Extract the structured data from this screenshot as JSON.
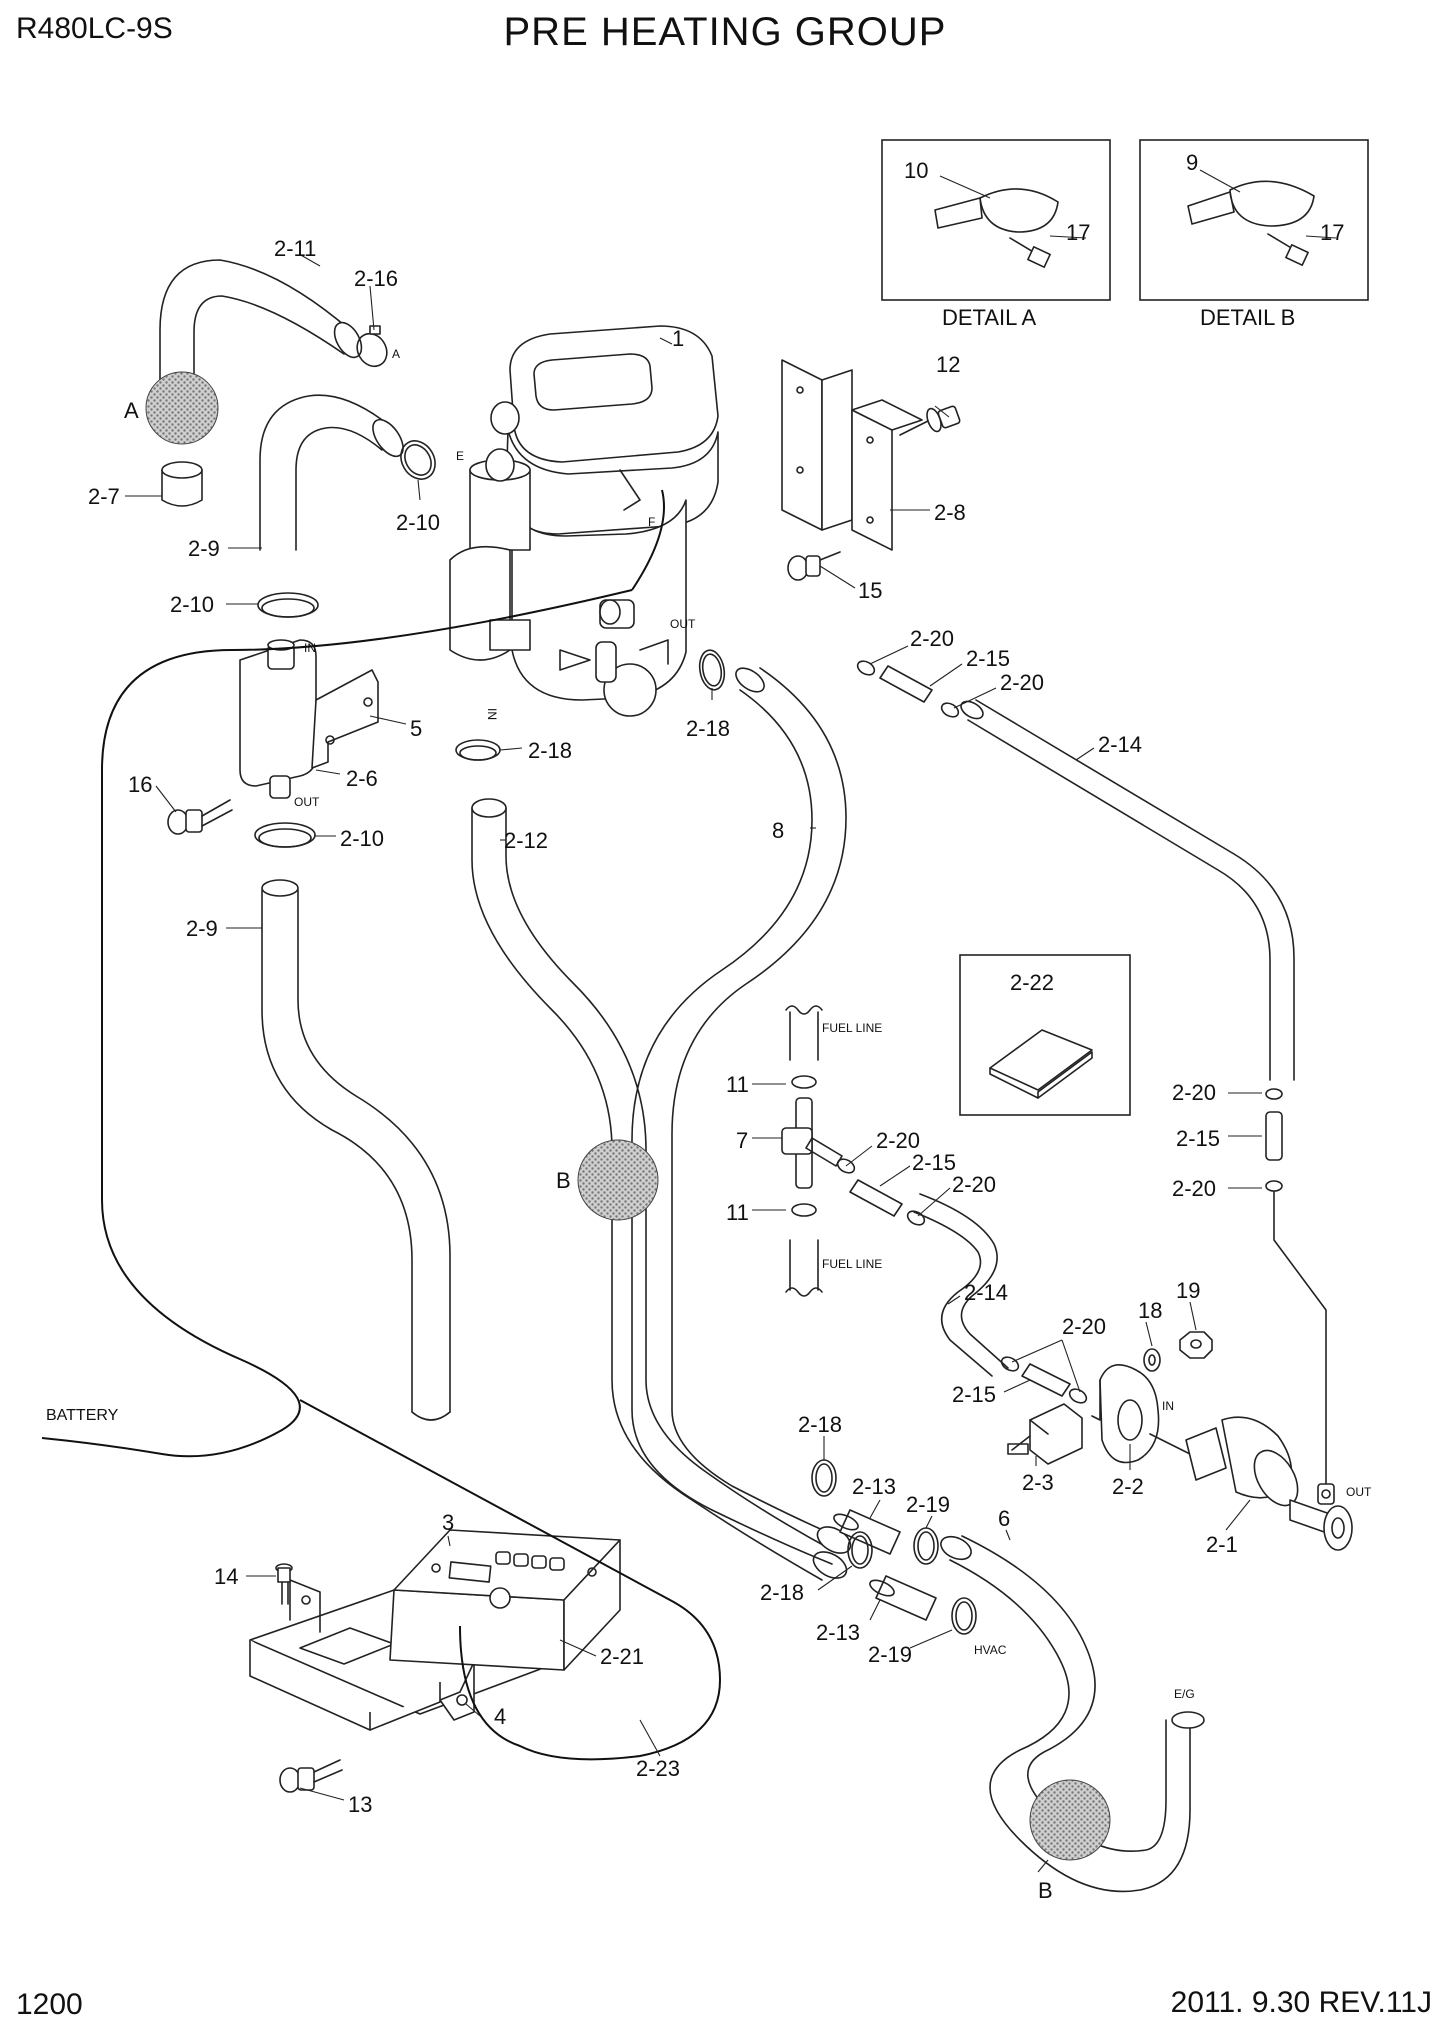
{
  "header": {
    "model": "R480LC-9S",
    "title": "PRE HEATING GROUP"
  },
  "footer": {
    "page_number": "1200",
    "revision": "2011. 9.30  REV.11J"
  },
  "details": [
    {
      "caption": "DETAIL A",
      "labels": [
        "10",
        "17"
      ]
    },
    {
      "caption": "DETAIL B",
      "labels": [
        "9",
        "17"
      ]
    }
  ],
  "callouts": {
    "c_2_11": "2-11",
    "c_2_16": "2-16",
    "c_1": "1",
    "c_a_left": "A",
    "c_2_7": "2-7",
    "c_2_9_top": "2-9",
    "c_2_10_top": "2-10",
    "c_12": "12",
    "c_2_8": "2-8",
    "c_15": "15",
    "c_2_10_mid": "2-10",
    "c_5": "5",
    "c_2_6": "2-6",
    "c_16": "16",
    "c_2_10_low": "2-10",
    "c_2_18_a": "2-18",
    "c_2_18_b": "2-18",
    "c_2_20_a": "2-20",
    "c_2_15_a": "2-15",
    "c_2_20_b": "2-20",
    "c_2_14_a": "2-14",
    "c_2_12": "2-12",
    "c_8": "8",
    "c_2_9_low": "2-9",
    "c_2_22": "2-22",
    "c_2_20_c": "2-20",
    "c_2_15_b": "2-15",
    "c_2_20_d": "2-20",
    "c_11_a": "11",
    "c_7": "7",
    "c_2_20_e": "2-20",
    "c_2_15_c": "2-15",
    "c_2_20_f": "2-20",
    "c_b_mid": "B",
    "c_11_b": "11",
    "c_2_14_b": "2-14",
    "c_18": "18",
    "c_19": "19",
    "c_2_20_g": "2-20",
    "c_2_15_d": "2-15",
    "c_2_3": "2-3",
    "c_2_2": "2-2",
    "c_2_1": "2-1",
    "c_2_18_c": "2-18",
    "c_2_13_a": "2-13",
    "c_2_19_a": "2-19",
    "c_6": "6",
    "c_2_18_d": "2-18",
    "c_2_13_b": "2-13",
    "c_2_19_b": "2-19",
    "c_3": "3",
    "c_14": "14",
    "c_2_21": "2-21",
    "c_4": "4",
    "c_2_23": "2-23",
    "c_13": "13",
    "c_b_low": "B"
  },
  "small_labels": {
    "port_a": "A",
    "port_e": "E",
    "port_f": "F",
    "out_heater": "OUT",
    "in_heater": "IN",
    "in_pump": "IN",
    "out_pump": "OUT",
    "fuel_line_top": "FUEL LINE",
    "fuel_line_bottom": "FUEL LINE",
    "in_valve": "IN",
    "out_valve": "OUT",
    "hvac": "HVAC",
    "eg": "E/G",
    "battery": "BATTERY"
  }
}
